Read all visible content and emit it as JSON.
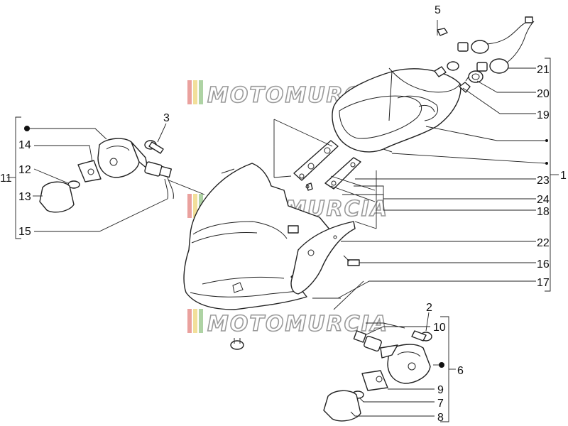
{
  "watermark": {
    "text": "MOTOMURCIA"
  },
  "callouts": {
    "n1": "1",
    "n2": "2",
    "n5": "5",
    "n6": "6",
    "n7": "7",
    "n8": "8",
    "n9": "9",
    "n10": "10",
    "n11": "11",
    "n12": "12",
    "n13": "13",
    "n14": "14",
    "n15": "15",
    "n16": "16",
    "n17": "17",
    "n18": "18",
    "n19": "19",
    "n20": "20",
    "n21": "21",
    "n22": "22",
    "n23": "23",
    "n24": "24",
    "n3": "3"
  },
  "colors": {
    "line": "#222222",
    "watermark_stroke": "#9a9a9a",
    "stripe_red": "#d9534f",
    "stripe_yellow": "#e8c547",
    "stripe_green": "#6cae5a"
  }
}
